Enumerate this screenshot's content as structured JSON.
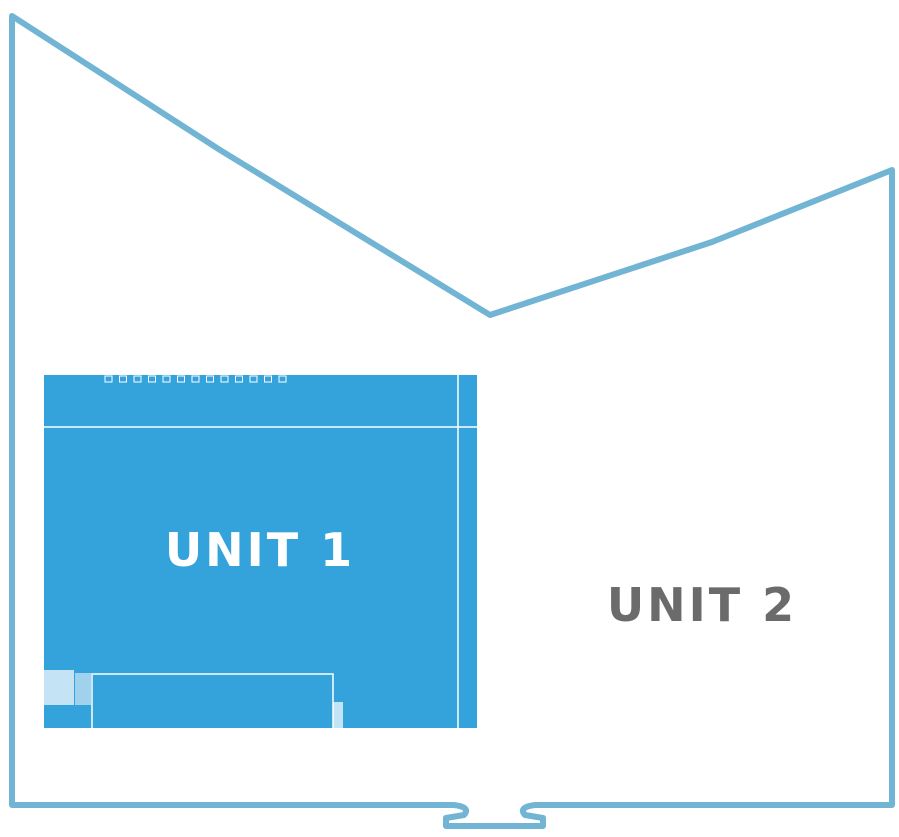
{
  "units": [
    {
      "label": "UNIT 1",
      "status": "highlighted",
      "color": "#34a3dc"
    },
    {
      "label": "UNIT 2",
      "status": "available",
      "color": "#6b6b6b"
    }
  ],
  "outline_color": "#72b4d3"
}
